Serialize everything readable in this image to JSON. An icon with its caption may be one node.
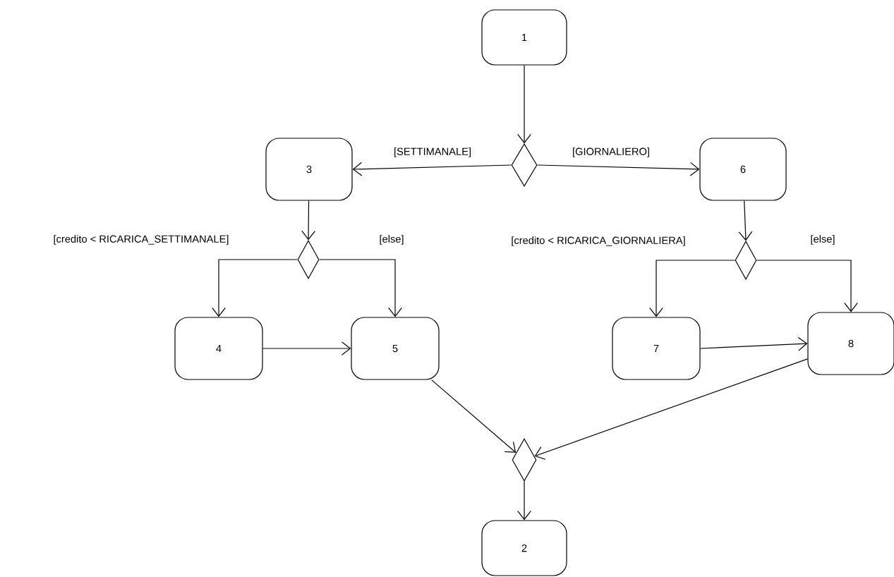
{
  "diagram": {
    "nodes": [
      {
        "text": [
          "1"
        ]
      },
      {
        "text": [],
        "shape": "diamond"
      },
      {
        "text": [
          "3"
        ]
      },
      {
        "text": [
          "6"
        ]
      },
      {
        "text": [],
        "shape": "diamond"
      },
      {
        "text": [],
        "shape": "diamond"
      },
      {
        "text": [
          "4"
        ]
      },
      {
        "text": [
          "5"
        ]
      },
      {
        "text": [
          "7"
        ]
      },
      {
        "text": [
          "8"
        ]
      },
      {
        "text": [],
        "shape": "diamond"
      },
      {
        "text": [
          "2"
        ]
      }
    ],
    "edges": [
      {
        "from": 0,
        "to": 1,
        "arrow": "to"
      },
      {
        "from": 1,
        "to": 2,
        "arrow": "to",
        "label": "[SETTIMANALE]"
      },
      {
        "from": 1,
        "to": 3,
        "arrow": "to",
        "label": "[GIORNALIERO]"
      },
      {
        "from": 2,
        "to": 4,
        "arrow": "to"
      },
      {
        "from": 4,
        "to": 6,
        "arrow": "to",
        "label": "[credito < RICARICA_SETTIMANALE]"
      },
      {
        "from": 4,
        "to": 7,
        "arrow": "to",
        "label": "[else]"
      },
      {
        "from": 3,
        "to": 5,
        "arrow": "to"
      },
      {
        "from": 5,
        "to": 8,
        "arrow": "to",
        "label": "[credito < RICARICA_GIORNALIERA]"
      },
      {
        "from": 5,
        "to": 9,
        "arrow": "to",
        "label": "[else]"
      },
      {
        "from": 6,
        "to": 7,
        "arrow": "to"
      },
      {
        "from": 8,
        "to": 9,
        "arrow": "to"
      },
      {
        "from": 7,
        "to": 10,
        "arrow": "to"
      },
      {
        "from": 9,
        "to": 10,
        "arrow": "to"
      },
      {
        "from": 10,
        "to": 11,
        "arrow": "to"
      }
    ]
  }
}
